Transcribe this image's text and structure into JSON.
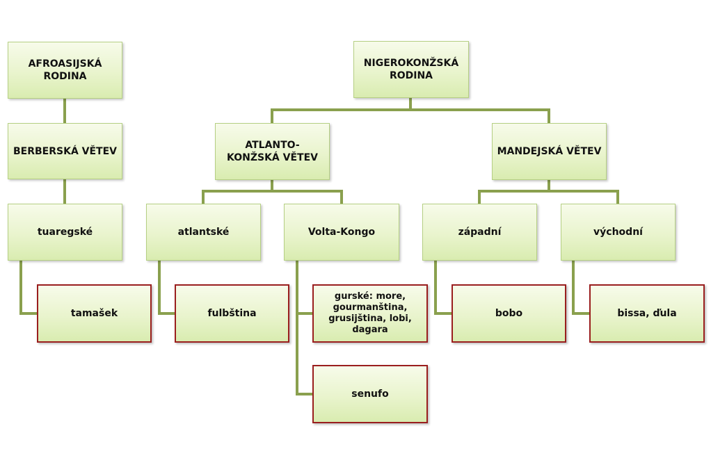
{
  "diagram": {
    "colors": {
      "connector": "#8aa04e",
      "node_fill_top": "#f7fbea",
      "node_fill_bottom": "#d9ecb0",
      "node_border": "#b5cf83",
      "leaf_border": "#9a1e1e"
    },
    "nodes": {
      "afroasijska": "AFROASIJSKÁ RODINA",
      "berberska": "BERBERSKÁ VĚTEV",
      "tuaregske": "tuaregské",
      "tamasek": "tamašek",
      "nigerokonzska": "NIGEROKONŽSKÁ RODINA",
      "atlanto": "ATLANTO-KONŽSKÁ VĚTEV",
      "mandejska": "MANDEJSKÁ VĚTEV",
      "atlantske": "atlantské",
      "volta": "Volta-Kongo",
      "zapadni": "západní",
      "vychodni": "východní",
      "fulbstina": "fulbština",
      "gurske": "gurské: more, gourmanština, grusijština, lobi, dagara",
      "senufo": "senufo",
      "bobo": "bobo",
      "bissa": "bissa, ďula"
    }
  }
}
